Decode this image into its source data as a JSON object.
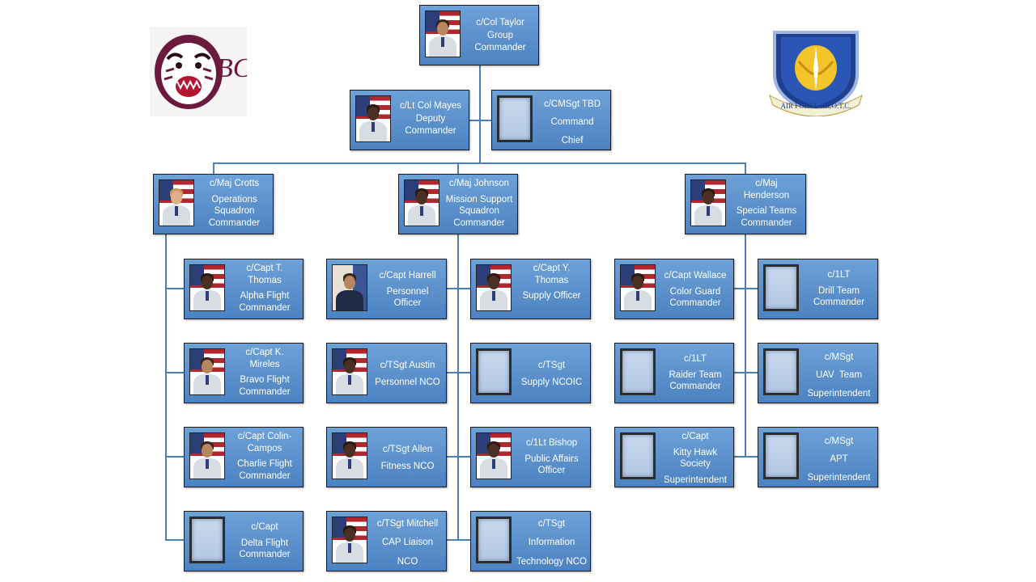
{
  "logos": {
    "left_letters": "BC",
    "right_ribbon": "AIR FORCE J.R.O.T.C."
  },
  "colors": {
    "card_fill": "#5b8fcd",
    "connector": "#4a7fb8",
    "card_text": "#ffffff"
  },
  "cards": {
    "commander": {
      "lines": [
        "c/Col Taylor",
        "Group",
        "Commander"
      ]
    },
    "deputy": {
      "lines": [
        "c/Lt Col Mayes",
        "Deputy",
        "Commander"
      ]
    },
    "command_chief": {
      "lines": [
        "c/CMSgt TBD",
        "Command",
        "Chief"
      ]
    },
    "ops": {
      "lines": [
        "c/Maj Crotts",
        "Operations",
        "Squadron",
        "Commander"
      ]
    },
    "mission": {
      "lines": [
        "c/Maj Johnson",
        "Mission Support",
        "Squadron",
        "Commander"
      ]
    },
    "special": {
      "lines": [
        "c/Maj",
        "Henderson",
        "Special Teams",
        "Commander"
      ]
    },
    "alpha": {
      "lines": [
        "c/Capt T.",
        "Thomas",
        "Alpha Flight",
        "Commander"
      ]
    },
    "bravo": {
      "lines": [
        "c/Capt K.",
        "Mireles",
        "Bravo Flight",
        "Commander"
      ]
    },
    "charlie": {
      "lines": [
        "c/Capt Colin-",
        "Campos",
        "Charlie Flight",
        "Commander"
      ]
    },
    "delta": {
      "lines": [
        "c/Capt",
        "Delta Flight",
        "Commander"
      ]
    },
    "personnel_officer": {
      "lines": [
        "c/Capt Harrell",
        "Personnel",
        "Officer"
      ]
    },
    "personnel_nco": {
      "lines": [
        "c/TSgt Austin",
        "Personnel NCO"
      ]
    },
    "fitness_nco": {
      "lines": [
        "c/TSgt Allen",
        "Fitness NCO"
      ]
    },
    "cap_liaison": {
      "lines": [
        "c/TSgt Mitchell",
        "CAP Liaison",
        "NCO"
      ]
    },
    "supply_officer": {
      "lines": [
        "c/Capt Y.",
        "Thomas",
        "Supply Officer"
      ]
    },
    "supply_ncoic": {
      "lines": [
        "c/TSgt",
        "Supply NCOIC"
      ]
    },
    "public_affairs": {
      "lines": [
        "c/1Lt Bishop",
        "Public Affairs",
        "Officer"
      ]
    },
    "info_tech": {
      "lines": [
        "c/TSgt",
        "Information",
        "Technology NCO"
      ]
    },
    "color_guard": {
      "lines": [
        "c/Capt Wallace",
        "Color Guard",
        "Commander"
      ]
    },
    "raider_team": {
      "lines": [
        "c/1LT",
        "Raider Team",
        "Commander"
      ]
    },
    "kitty_hawk": {
      "lines": [
        "c/Capt",
        "Kitty Hawk",
        "Society",
        "Superintendent"
      ]
    },
    "drill_team": {
      "lines": [
        "c/1LT",
        "Drill Team",
        "Commander"
      ]
    },
    "uav_team": {
      "lines": [
        "c/MSgt",
        "UAV  Team",
        "Superintendent"
      ]
    },
    "apt": {
      "lines": [
        "c/MSgt",
        "APT",
        "Superintendent"
      ]
    }
  }
}
